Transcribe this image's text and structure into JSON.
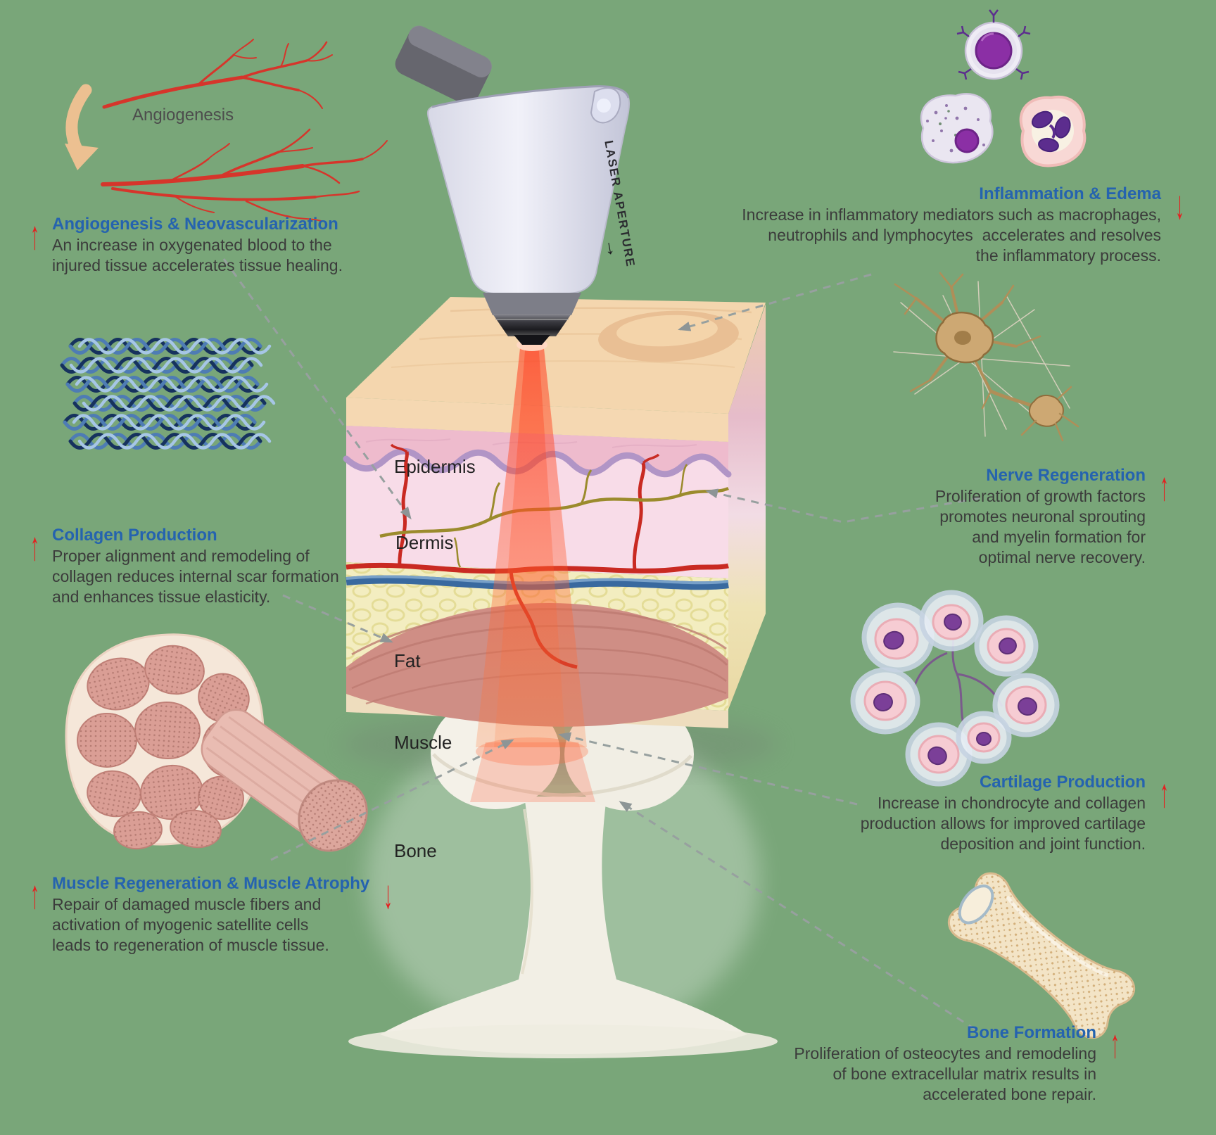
{
  "background_color": "#79a679",
  "colors": {
    "heading_blue": "#2563af",
    "body_text": "#3b3b3b",
    "arrow_red": "#e51f1f",
    "dashed_line": "#97a09f",
    "laser_beam_red": "#ff3b1f"
  },
  "icons": {
    "up_arrow": "↑",
    "down_arrow": "↓",
    "device_arrow": "→"
  },
  "center": {
    "device_label": "LASER APERTURE",
    "angiogenesis_label": "Angiogenesis",
    "layer_labels": {
      "epidermis": "Epidermis",
      "dermis": "Dermis",
      "fat": "Fat",
      "muscle": "Muscle",
      "bone": "Bone"
    }
  },
  "annotations": {
    "angiogenesis": {
      "title": "Angiogenesis & Neovascularization",
      "trend": "up",
      "body": "An increase in oxygenated blood to the\ninjured tissue accelerates tissue healing."
    },
    "collagen": {
      "title": "Collagen Production",
      "trend": "up",
      "body": "Proper alignment and remodeling of\ncollagen reduces internal scar formation\nand enhances tissue elasticity."
    },
    "muscle": {
      "title": "Muscle Regeneration & Muscle Atrophy",
      "trend": "up-and-down",
      "body": "Repair of damaged muscle fibers and\nactivation of myogenic satellite cells\nleads to regeneration of muscle tissue."
    },
    "inflammation": {
      "title": "Inflammation & Edema",
      "trend": "down",
      "body": "Increase in inflammatory mediators such as macrophages,\nneutrophils and lymphocytes  accelerates and resolves\nthe inflammatory process."
    },
    "nerve": {
      "title": "Nerve Regeneration",
      "trend": "up",
      "body": "Proliferation of growth factors\npromotes neuronal sprouting\nand myelin formation for\noptimal nerve recovery."
    },
    "cartilage": {
      "title": "Cartilage Production",
      "trend": "up",
      "body": "Increase in chondrocyte and collagen\nproduction allows for improved cartilage\ndeposition and joint function."
    },
    "bone": {
      "title": "Bone Formation",
      "trend": "up",
      "body": "Proliferation of osteocytes and remodeling\nof bone extracellular matrix results in\naccelerated bone repair."
    }
  }
}
